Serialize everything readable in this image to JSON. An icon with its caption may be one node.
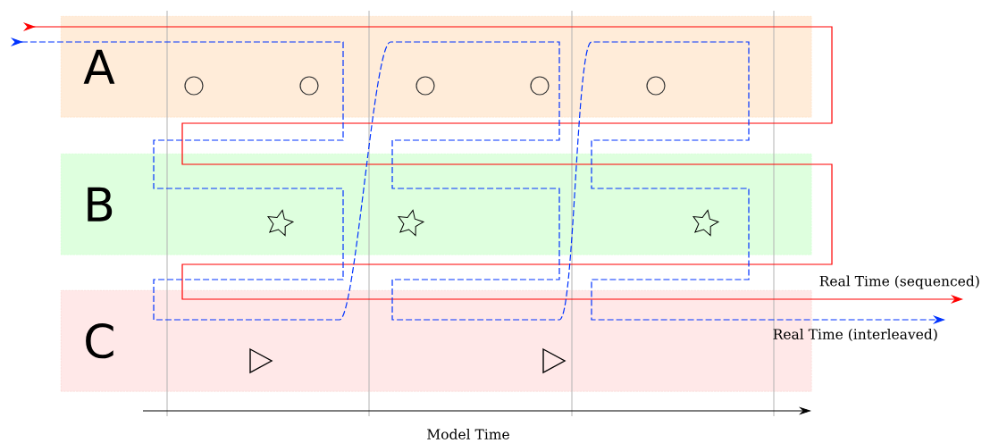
{
  "diagram": {
    "nodes": [
      {
        "text": [
          "A"
        ]
      },
      {
        "text": [
          "B"
        ]
      },
      {
        "text": [
          "C"
        ]
      }
    ],
    "labels": [
      "Real Time (sequenced)",
      "Real Time (interleaved)",
      "Model Time"
    ]
  }
}
